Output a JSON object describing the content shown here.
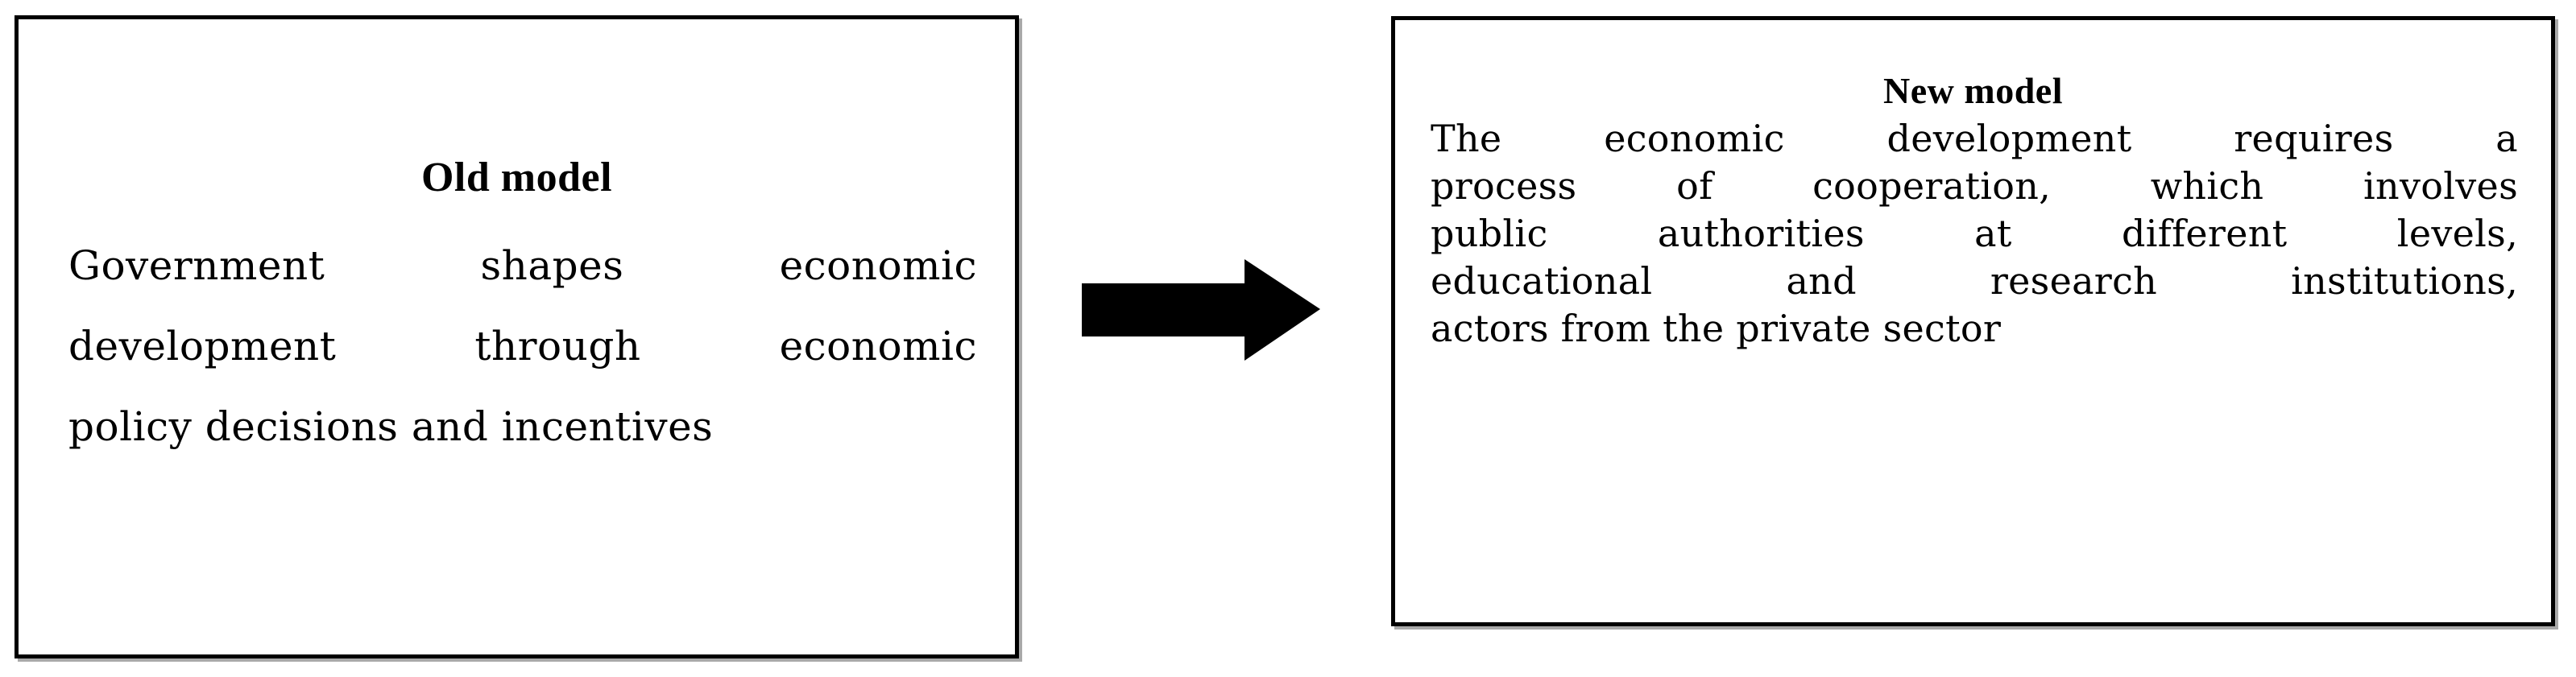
{
  "diagram": {
    "type": "two-box-transition",
    "arrow": {
      "icon": "right-block-arrow-icon",
      "direction": "right",
      "color": "#000000"
    },
    "boxes": [
      {
        "id": "old-model",
        "title": "Old model",
        "body_lines": [
          "Government shapes economic",
          "development through economic",
          "policy decisions and incentives"
        ],
        "body_text": "Government shapes economic development through economic policy decisions and incentives",
        "border_color": "#000000",
        "background_color": "#ffffff"
      },
      {
        "id": "new-model",
        "title": "New model",
        "body_lines": [
          "The economic development requires a",
          "process of cooperation, which involves",
          "public authorities at different levels,",
          "educational and research institutions,",
          "actors from the private sector"
        ],
        "body_text": "The economic development requires a process of cooperation, which involves public authorities at different levels, educational and research institutions, actors from the private sector",
        "border_color": "#000000",
        "background_color": "#ffffff"
      }
    ]
  }
}
